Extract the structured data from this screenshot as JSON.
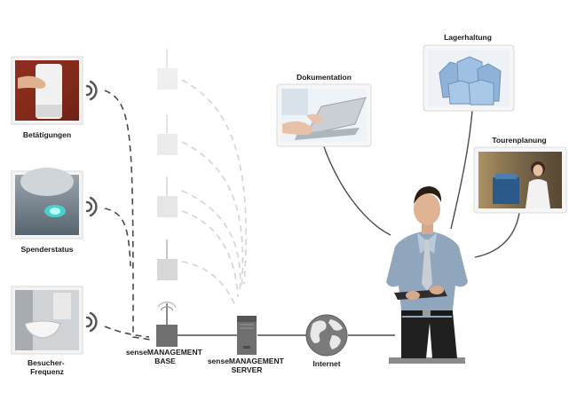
{
  "sensors": [
    {
      "label_lines": [
        "Betätigungen"
      ]
    },
    {
      "label_lines": [
        "Spenderstatus"
      ]
    },
    {
      "label_lines": [
        "Besucher-",
        "Frequenz"
      ]
    }
  ],
  "base": {
    "label_lines": [
      "senseMANAGEMENT",
      "BASE"
    ]
  },
  "server": {
    "label_lines": [
      "senseMANAGEMENT",
      "SERVER"
    ]
  },
  "internet": {
    "label": "Internet"
  },
  "outputs": {
    "documentation": "Dokumentation",
    "warehouse": "Lagerhaltung",
    "route_planning": "Tourenplanung"
  },
  "colors": {
    "device": "#6f6f6f",
    "device_faded": "#e6e6e6",
    "line": "#4a4a4a",
    "dash_faded": "#d0d0d0",
    "frame": "#dadada"
  }
}
